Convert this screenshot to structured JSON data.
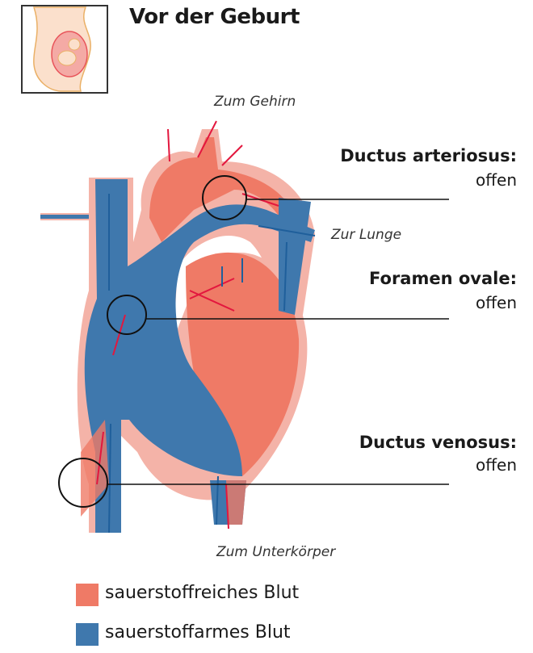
{
  "title": "Vor der Geburt",
  "labels": {
    "brain": "Zum Gehirn",
    "lung": "Zur Lunge",
    "lower_body": "Zum Unterkörper"
  },
  "callouts": [
    {
      "name": "Ductus arteriosus:",
      "state": "offen"
    },
    {
      "name": "Foramen ovale:",
      "state": "offen"
    },
    {
      "name": "Ductus venosus:",
      "state": "offen"
    }
  ],
  "legend": [
    {
      "label": "sauerstoffreiches Blut",
      "color": "#ef7a66"
    },
    {
      "label": "sauerstoffarmes Blut",
      "color": "#3f78ad"
    }
  ],
  "colors": {
    "outline": "#f4b3a8",
    "oxygen_rich": "#ef7a66",
    "oxygen_poor": "#3f78ad",
    "arrow_red": "#e3173e",
    "arrow_blue": "#1f5f9b"
  },
  "icons": [
    "pregnancy-icon"
  ]
}
